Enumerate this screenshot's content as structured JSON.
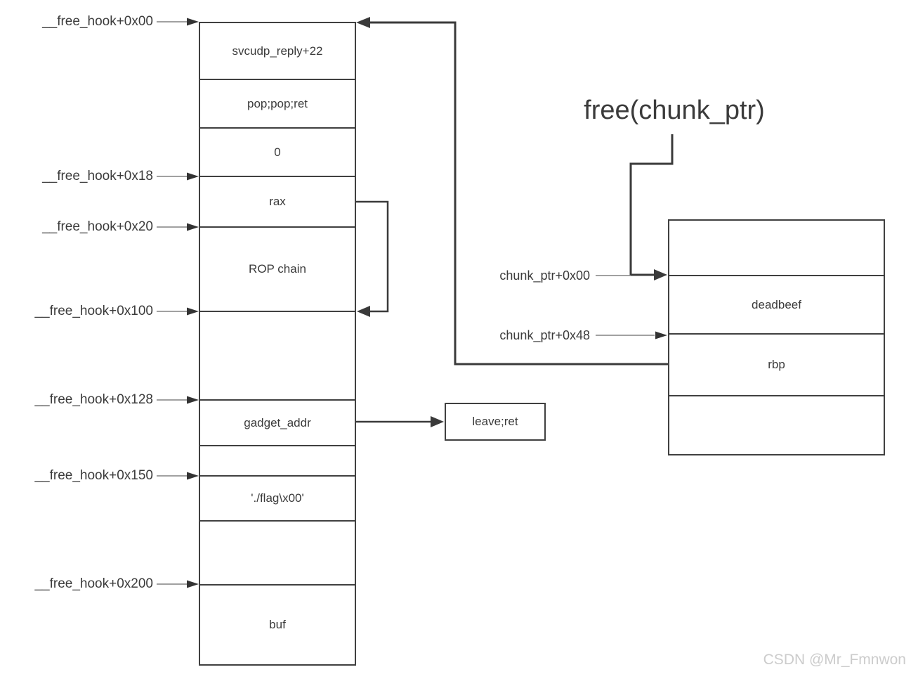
{
  "diagram": {
    "title": "free(chunk_ptr)",
    "watermark": "CSDN @Mr_Fmnwon",
    "free_hook_labels": [
      "__free_hook+0x00",
      "__free_hook+0x18",
      "__free_hook+0x20",
      "__free_hook+0x100",
      "__free_hook+0x128",
      "__free_hook+0x150",
      "__free_hook+0x200"
    ],
    "stack_cells": [
      "svcudp_reply+22",
      "pop;pop;ret",
      "0",
      "rax",
      "ROP chain",
      "",
      "gadget_addr",
      "",
      "'./flag\\x00'",
      "",
      "buf"
    ],
    "gadget_box_label": "leave;ret",
    "chunk_labels": [
      "chunk_ptr+0x00",
      "chunk_ptr+0x48"
    ],
    "chunk_cells": [
      "",
      "deadbeef",
      "rbp",
      ""
    ],
    "colors": {
      "connector": "#3a3a3a",
      "leader": "#828282",
      "border": "#404040",
      "text": "#3b3b3b",
      "watermark": "#cccccc"
    }
  }
}
